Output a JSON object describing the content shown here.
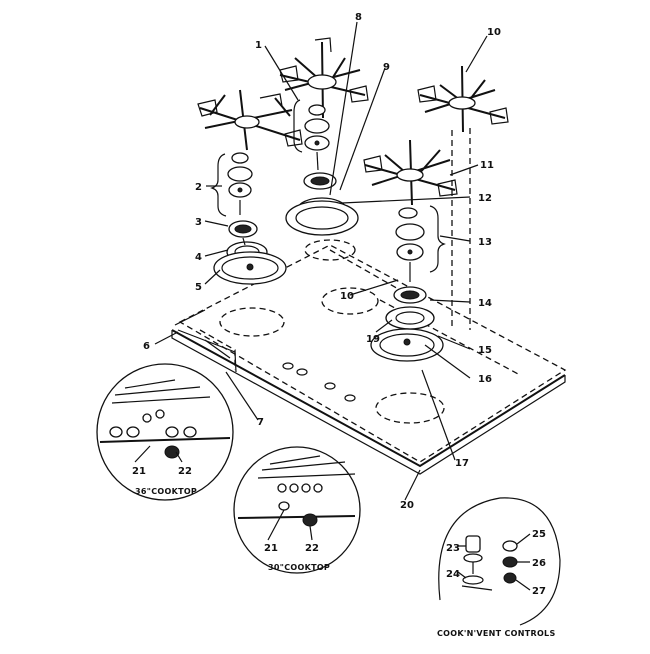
{
  "callouts": [
    "1",
    "2",
    "3",
    "4",
    "5",
    "6",
    "7",
    "8",
    "9",
    "10",
    "10",
    "11",
    "12",
    "13",
    "14",
    "19",
    "15",
    "16",
    "17",
    "20",
    "21",
    "22",
    "21",
    "22",
    "23",
    "24",
    "25",
    "26",
    "27"
  ],
  "insets": {
    "cooktop_36": "36\"COOKTOP",
    "cooktop_30": "30\"COOKTOP",
    "cook_n_vent": "COOK'N'VENT CONTROLS"
  }
}
